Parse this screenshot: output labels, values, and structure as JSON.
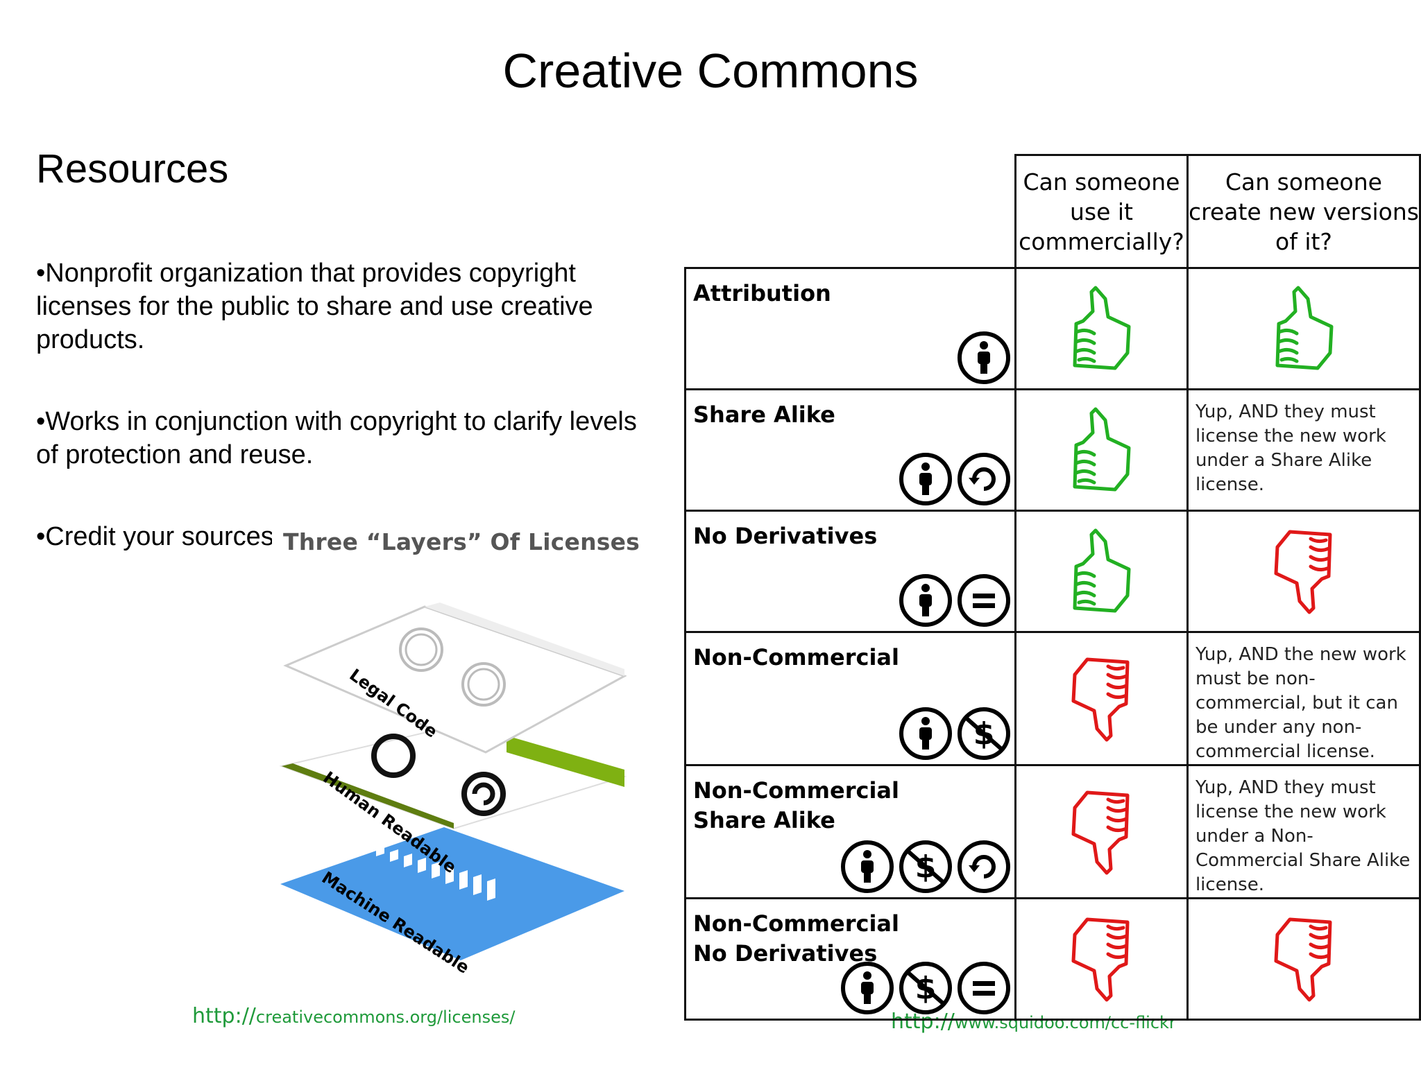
{
  "title": "Creative Commons",
  "section": "Resources",
  "bullets": [
    "•Nonprofit organization that provides copyright licenses for the public to share and use creative products.",
    "•Works in conjunction with copyright to clarify levels of protection and reuse.",
    "•Credit your sources"
  ],
  "layers_figure": {
    "title": "Three “Layers” Of Licenses",
    "layers": [
      "Legal Code",
      "Human Readable",
      "Machine Readable"
    ],
    "colors": {
      "human_band": "#7fb112",
      "machine": "#4a9ae8"
    }
  },
  "links": {
    "left": {
      "proto": "http://",
      "rest": "creativecommons.org/licenses/"
    },
    "right": {
      "proto": "http://",
      "rest": "www.squidoo.com/cc-flickr"
    }
  },
  "table": {
    "headers": [
      "Can someone use it commercially?",
      "Can someone create new versions of it?"
    ],
    "rows": [
      {
        "name": "Attribution",
        "icons": [
          "by-icon"
        ],
        "commercial": "yes",
        "derivatives": "yes",
        "note": ""
      },
      {
        "name": "Share Alike",
        "icons": [
          "by-icon",
          "sa-icon"
        ],
        "commercial": "yes",
        "derivatives": "note",
        "note": "Yup, AND they must license the new work under a Share Alike license."
      },
      {
        "name": "No Derivatives",
        "icons": [
          "by-icon",
          "nd-icon"
        ],
        "commercial": "yes",
        "derivatives": "no",
        "note": ""
      },
      {
        "name": "Non-Commercial",
        "icons": [
          "by-icon",
          "nc-icon"
        ],
        "commercial": "no",
        "derivatives": "note",
        "note": "Yup, AND the new work must be non-commercial, but it can be under any non-commercial license."
      },
      {
        "name": "Non-Commercial Share Alike",
        "icons": [
          "by-icon",
          "nc-icon",
          "sa-icon"
        ],
        "commercial": "no",
        "derivatives": "note",
        "note": "Yup, AND they must license the new work under a Non-Commercial Share Alike license."
      },
      {
        "name": "Non-Commercial No Derivatives",
        "icons": [
          "by-icon",
          "nc-icon",
          "nd-icon"
        ],
        "commercial": "no",
        "derivatives": "no",
        "note": ""
      }
    ],
    "colors": {
      "yes": "#22b022",
      "no": "#e01818"
    }
  }
}
